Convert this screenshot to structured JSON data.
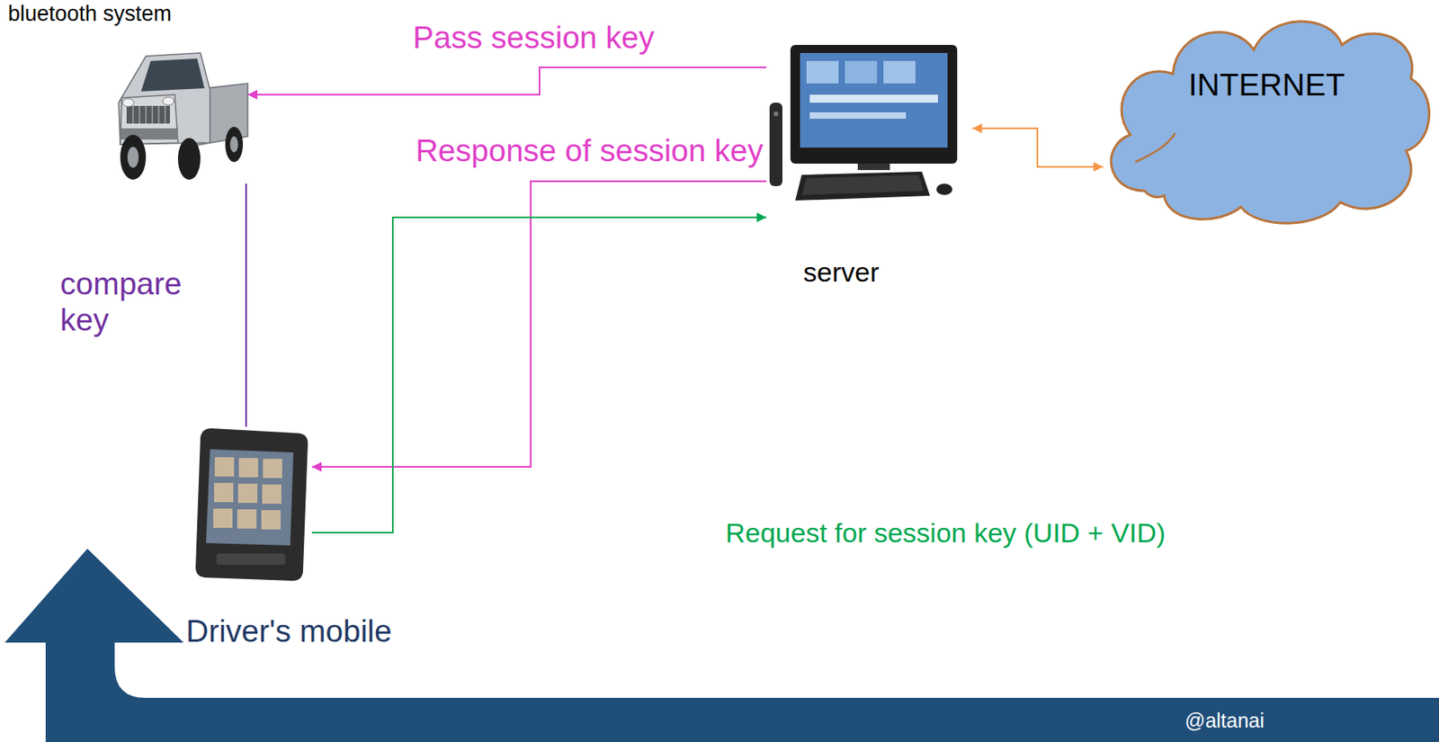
{
  "diagram": {
    "nodes": [
      {
        "text": [
          "bluetooth system"
        ]
      },
      {
        "text": [
          "server"
        ]
      },
      {
        "text": [
          "INTERNET"
        ]
      },
      {
        "text": [
          "Driver's mobile"
        ]
      }
    ],
    "edges": [
      {
        "from": 1,
        "to": 0,
        "label": "Pass session key",
        "arrow": "to"
      },
      {
        "from": 1,
        "to": 3,
        "label": "Response of session key",
        "arrow": "to"
      },
      {
        "from": 3,
        "to": 1,
        "label": "Request for session key (UID + VID)",
        "arrow": "to"
      },
      {
        "from": 0,
        "to": 3,
        "label": "compare key",
        "arrow": "none"
      },
      {
        "from": 1,
        "to": 2,
        "arrow": "both"
      }
    ],
    "labels": [
      "@altanai"
    ]
  }
}
